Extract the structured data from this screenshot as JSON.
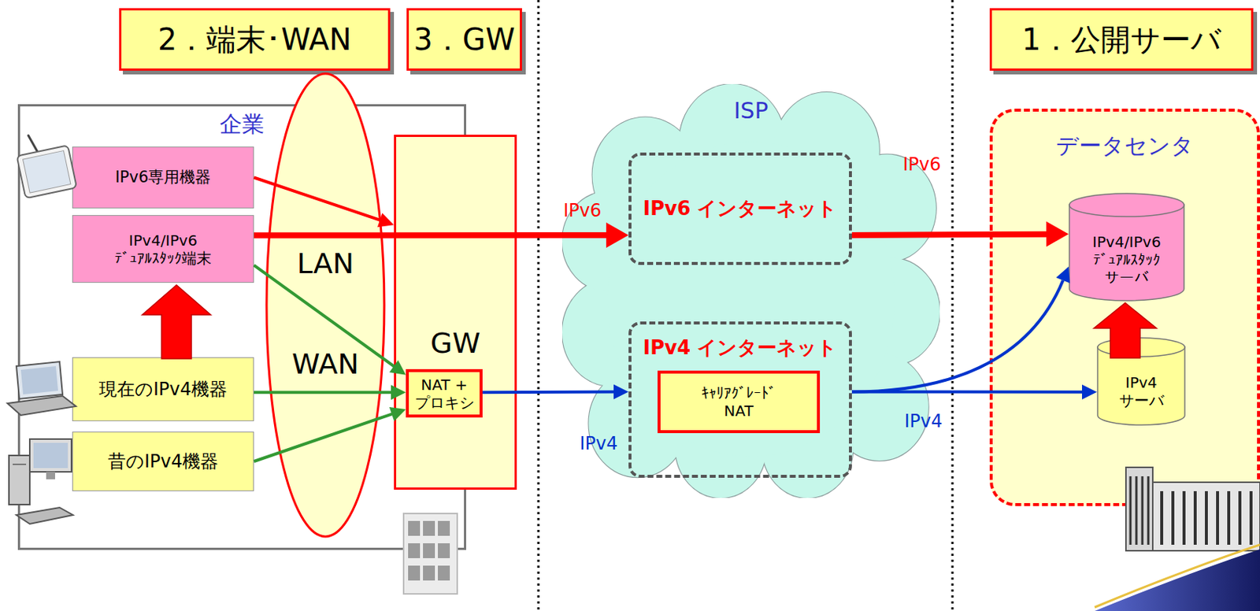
{
  "diagram": {
    "nodes": [
      {
        "text": [
          "2．端末･WAN"
        ]
      },
      {
        "text": [
          "3．GW"
        ]
      },
      {
        "text": [
          "1．公開サーバ"
        ]
      },
      {
        "text": [
          "企業"
        ]
      },
      {
        "text": [
          "IPv6専用機器"
        ],
        "in": 3
      },
      {
        "text": [
          "IPv4/IPv6 ﾃﾞｭｱﾙｽﾀｯｸ端末"
        ],
        "in": 3
      },
      {
        "text": [
          "現在のIPv4機器"
        ],
        "in": 3
      },
      {
        "text": [
          "昔のIPv4機器"
        ],
        "in": 3
      },
      {
        "text": [
          "LAN",
          "WAN"
        ]
      },
      {
        "text": [
          "GW"
        ]
      },
      {
        "text": [
          "NAT + プロキシ"
        ],
        "in": 9
      },
      {
        "text": [
          "ISP"
        ]
      },
      {
        "text": [
          "IPv6 インターネット"
        ],
        "in": 11
      },
      {
        "text": [
          "IPv4 インターネット"
        ],
        "in": 11
      },
      {
        "text": [
          "ｷｬﾘｱｸﾞﾚｰﾄﾞ NAT"
        ],
        "in": 13
      },
      {
        "text": [
          "データセンタ"
        ]
      },
      {
        "text": [
          "IPv4/IPv6 ﾃﾞｭｱﾙｽﾀｯｸ サーバ"
        ],
        "in": 15
      },
      {
        "text": [
          "IPv4 サーバ"
        ],
        "in": 15
      }
    ],
    "edges": [
      {
        "from": 6,
        "to": 5,
        "arrow": "to"
      },
      {
        "from": 4,
        "to": 9,
        "arrow": "to"
      },
      {
        "from": 5,
        "to": 12,
        "arrow": "to",
        "label": "IPv6"
      },
      {
        "from": 5,
        "to": 10,
        "arrow": "to"
      },
      {
        "from": 6,
        "to": 10,
        "arrow": "to"
      },
      {
        "from": 7,
        "to": 10,
        "arrow": "to"
      },
      {
        "from": 10,
        "to": 13,
        "arrow": "to",
        "label": "IPv4"
      },
      {
        "from": 12,
        "to": 16,
        "arrow": "to",
        "label": "IPv6"
      },
      {
        "from": 13,
        "to": 17,
        "arrow": "to",
        "label": "IPv4"
      },
      {
        "from": 13,
        "to": 16,
        "arrow": "to"
      },
      {
        "from": 17,
        "to": 16,
        "arrow": "to"
      }
    ]
  }
}
